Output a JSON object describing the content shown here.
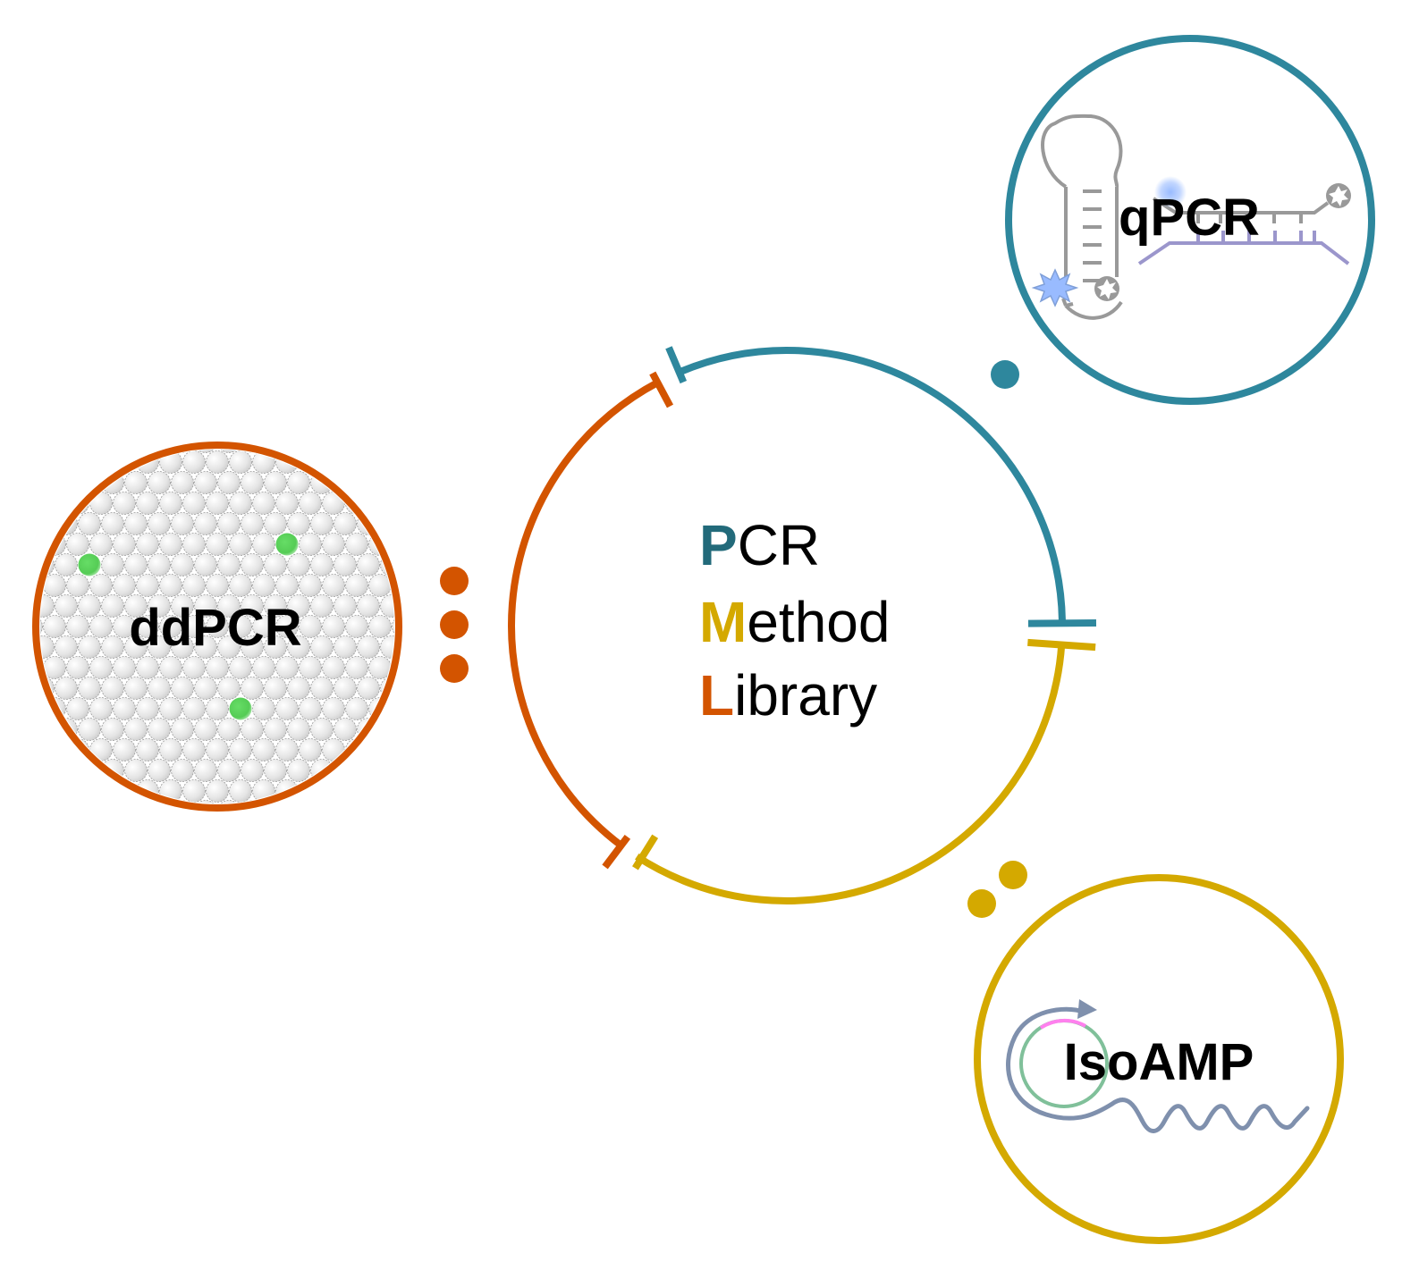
{
  "title": {
    "lines": [
      {
        "initial": "P",
        "rest": "CR",
        "initial_color": "#226a7a"
      },
      {
        "initial": "M",
        "rest": "ethod",
        "initial_color": "#d4a900"
      },
      {
        "initial": "L",
        "rest": "ibrary",
        "initial_color": "#d35400"
      }
    ]
  },
  "colors": {
    "teal": "#2e879d",
    "gold": "#d4a900",
    "orange": "#d35400",
    "gray": "#999999",
    "purple": "#9b96cc",
    "droplet_green": "#55cc55",
    "fluor_blue": "#99bbff",
    "loop_gray": "#7f90ad",
    "loop_green": "#80c09a",
    "loop_pink": "#ff80ee"
  },
  "methods": [
    {
      "id": "qpcr",
      "label": "qPCR",
      "color": "teal",
      "connector_dots": 1
    },
    {
      "id": "ddpcr",
      "label": "ddPCR",
      "color": "orange",
      "connector_dots": 3
    },
    {
      "id": "isoamp",
      "label": "IsoAMP",
      "color": "gold",
      "connector_dots": 2
    }
  ]
}
